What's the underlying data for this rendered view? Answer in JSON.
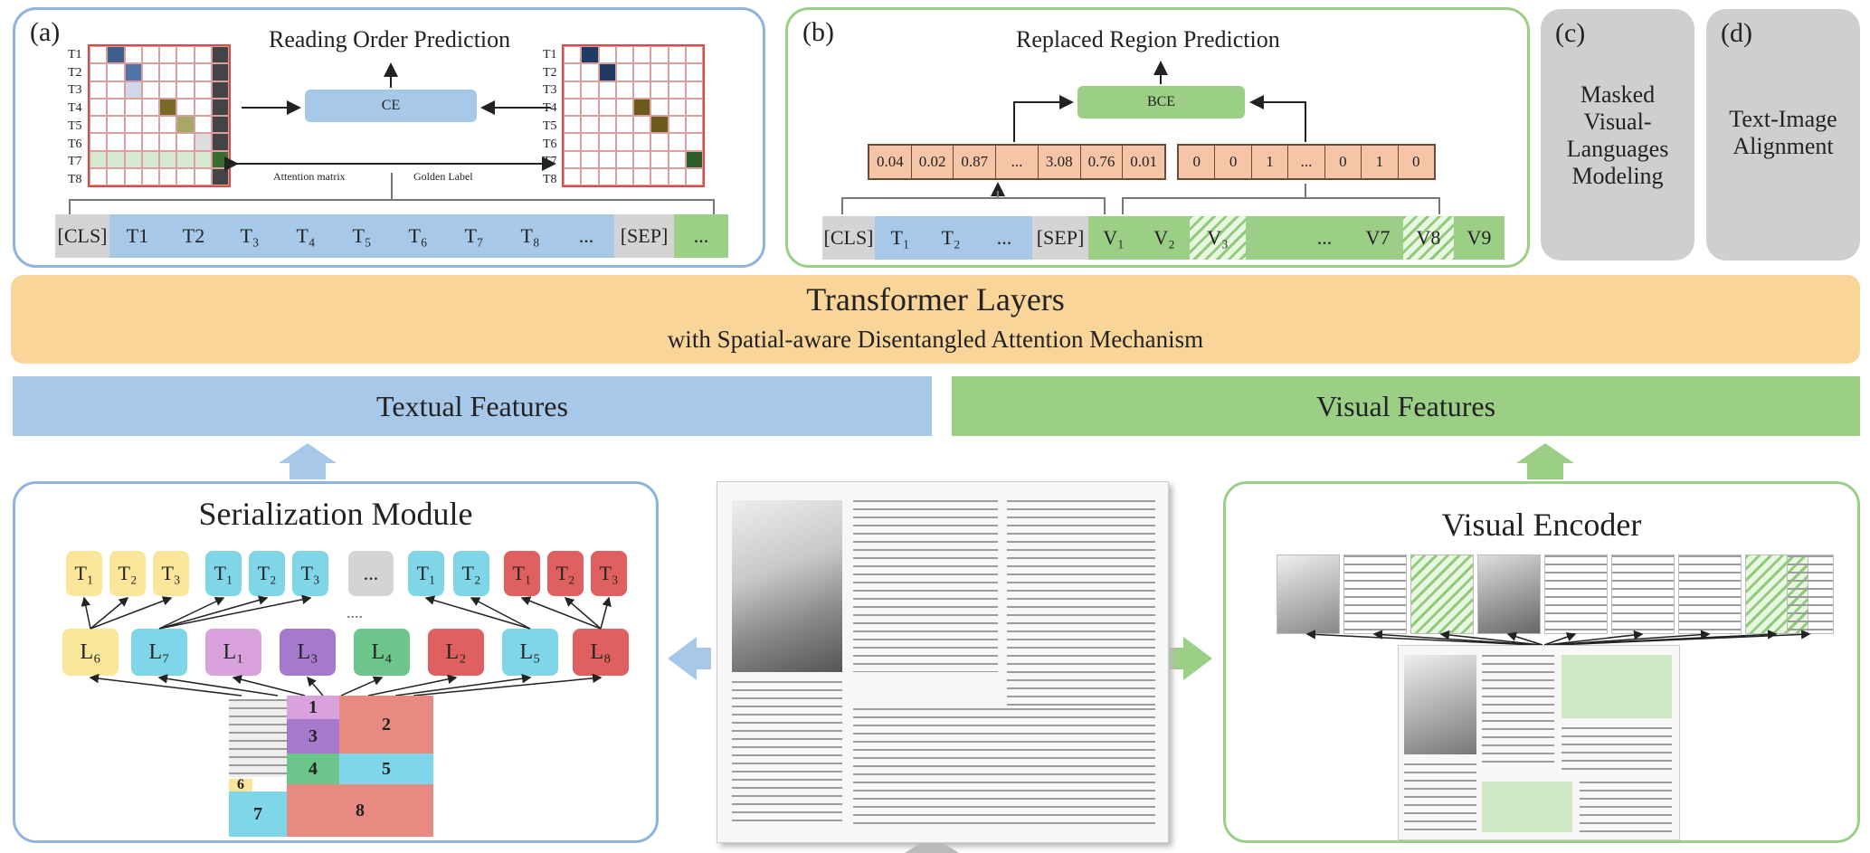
{
  "panel_a": {
    "tag": "(a)",
    "title": "Reading Order Prediction",
    "ce_label": "CE",
    "attention_label": "Attention matrix",
    "golden_label": "Golden Label",
    "tokens": [
      "[CLS]",
      "T1",
      "T2",
      "T₃",
      "T₄",
      "T₅",
      "T₆",
      "T₇",
      "T₈",
      "...",
      "[SEP]",
      "..."
    ],
    "row_labels": [
      "T1",
      "T2",
      "T3",
      "T4",
      "T5",
      "T6",
      "T7",
      "T8"
    ]
  },
  "panel_b": {
    "tag": "(b)",
    "title": "Replaced Region Prediction",
    "bce_label": "BCE",
    "pred_values": [
      "0.04",
      "0.02",
      "0.87",
      "...",
      "3.08",
      "0.76",
      "0.01"
    ],
    "gold_values": [
      "0",
      "0",
      "1",
      "...",
      "0",
      "1",
      "0"
    ],
    "tokens": [
      "[CLS]",
      "T₁",
      "T₂",
      "...",
      "[SEP]",
      "V₁",
      "V₂",
      "V₃",
      "",
      "...",
      "V7",
      "V8",
      "V9"
    ]
  },
  "panel_c": {
    "tag": "(c)",
    "text": "Masked Visual-Languages Modeling"
  },
  "panel_d": {
    "tag": "(d)",
    "text": "Text-Image Alignment"
  },
  "transformer": {
    "title": "Transformer Layers",
    "subtitle": "with Spatial-aware Disentangled Attention Mechanism"
  },
  "textual_features": "Textual Features",
  "visual_features": "Visual Features",
  "serialization": {
    "title": "Serialization Module",
    "top_tokens": [
      "T₁",
      "T₂",
      "T₃",
      "T₁",
      "T₂",
      "T₃",
      "...",
      "T₁",
      "T₂",
      "T₁",
      "T₂",
      "T₃"
    ],
    "dots": "....",
    "l_tokens": [
      "L₆",
      "L₇",
      "L₁",
      "L₃",
      "L₄",
      "L₂",
      "L₅",
      "L₈"
    ],
    "regions": [
      "1",
      "2",
      "3",
      "4",
      "5",
      "6",
      "7",
      "8"
    ]
  },
  "visual_encoder": {
    "title": "Visual Encoder"
  },
  "colors": {
    "blue_panel": "#8db3de",
    "green_panel": "#9ccf86",
    "blue_fill": "#a7c8e8",
    "green_fill": "#9ccf86",
    "orange": "#fad59a",
    "grey": "#cfcfcf",
    "peach": "#f6c5a8",
    "yellow_token": "#fbe59a",
    "cyan_token": "#7fd6e8",
    "red_token": "#e06060",
    "pink_token": "#d9a2dc",
    "purple_token": "#a679cc",
    "green_token": "#6cc58a"
  }
}
